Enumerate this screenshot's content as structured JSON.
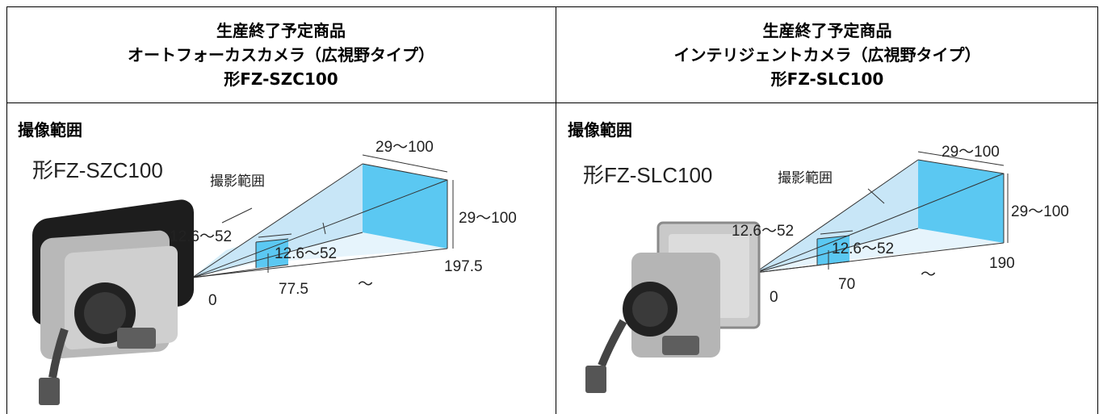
{
  "columns": [
    {
      "title_line1": "生産終了予定商品",
      "title_line2": "オートフォーカスカメラ（広視野タイプ）",
      "title_line3": "形FZ-SZC100",
      "section_label": "撮像範囲",
      "figure": {
        "model": "形FZ-SZC100",
        "range_label": "撮影範囲",
        "far_width": "29～100",
        "far_height": "29～100",
        "near_width": "12.6～52",
        "near_height": "12.6～52",
        "origin": "0",
        "near_distance": "77.5",
        "far_distance": "197.5",
        "tilde": "～"
      }
    },
    {
      "title_line1": "生産終了予定商品",
      "title_line2": "インテリジェントカメラ（広視野タイプ）",
      "title_line3": "形FZ-SLC100",
      "section_label": "撮像範囲",
      "figure": {
        "model": "形FZ-SLC100",
        "range_label": "撮影範囲",
        "far_width": "29～100",
        "far_height": "29～100",
        "near_width": "12.6～52",
        "near_height": "12.6～52",
        "origin": "0",
        "near_distance": "70",
        "far_distance": "190",
        "tilde": "～"
      }
    }
  ],
  "colors": {
    "border": "#000000",
    "frustum_light": "#cfe9f8",
    "face_blue": "#5bc8f2",
    "camera_body": "#a9a9a9"
  }
}
